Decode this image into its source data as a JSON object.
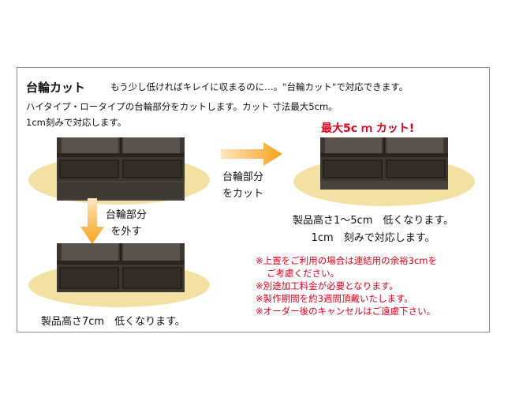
{
  "title": "台輪カット",
  "lead": "もう少し低ければキレイに収まるのに…。\"台輪カット\"で対応できます。",
  "description": [
    "ハイタイプ・ロータイプの台輪部分をカットします。カット 寸法最大5cm。",
    "1cm刻みで対応します。"
  ],
  "cut": {
    "red_label": "最大5c ｍ カット!",
    "arrow_label": [
      "台輪部分",
      "をカット"
    ],
    "result": [
      "製品高さ1～5cm　低くなります。",
      "1cm　刻みで対応します。"
    ]
  },
  "remove": {
    "arrow_label": [
      "台輪部分",
      "を外す"
    ],
    "result": "製品高さ7cm　低くなります。"
  },
  "notes": [
    "※上置をご利用の場合は連結用の余裕3cmを",
    "ご考慮ください。",
    "※別途加工料金が必要となります。",
    "※製作期間を約3週間頂戴いたします。",
    "※オーダー後のキャンセルはご遠慮下さい。"
  ],
  "colors": {
    "accent_red": "#e0001b",
    "arrow_orange": "#f7a21b",
    "floor_ellipse": "#f3e0a3",
    "cabinet_dark": "#3c3530",
    "border": "#8c8c8c"
  },
  "icons": [
    "arrow-right-icon",
    "arrow-down-icon"
  ]
}
